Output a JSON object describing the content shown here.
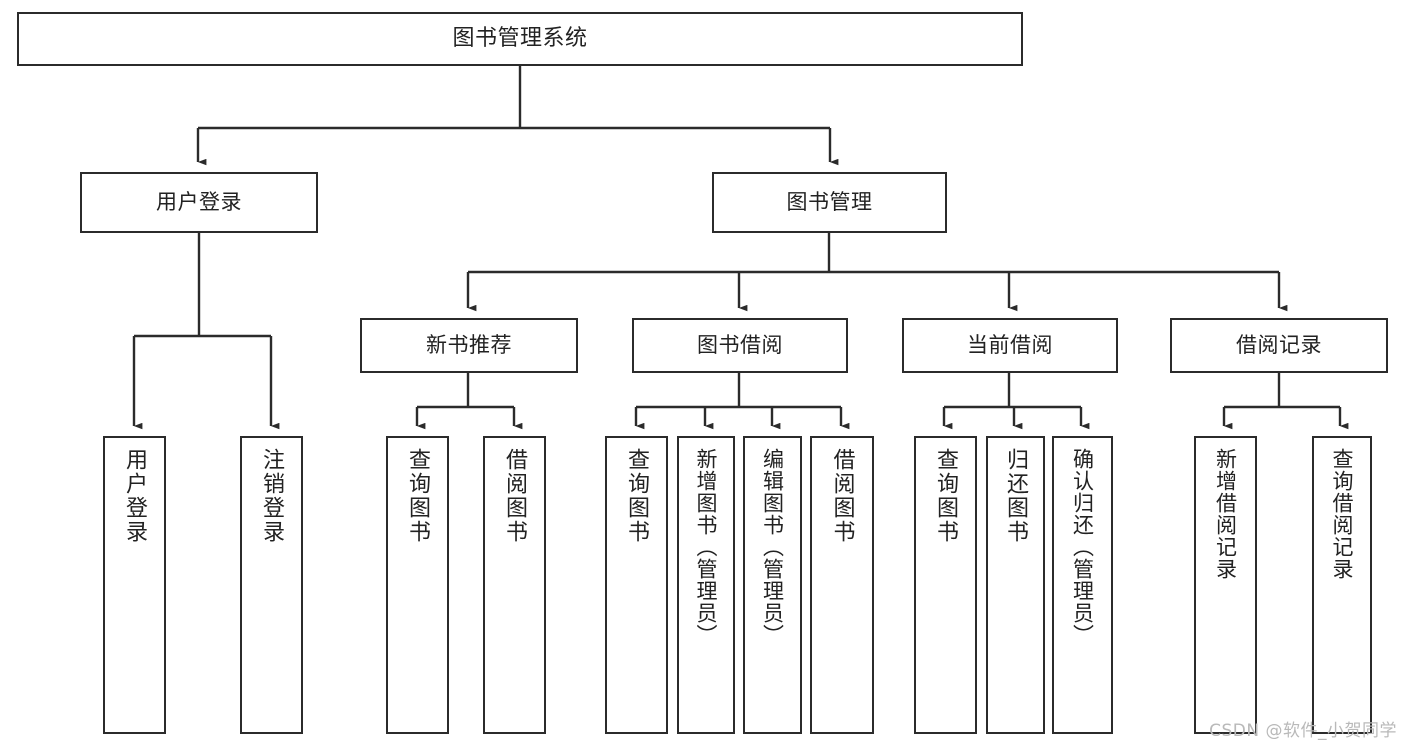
{
  "diagram": {
    "type": "tree",
    "title": "图书管理系统",
    "orientation": "top-down",
    "style": {
      "box_fill": "#ffffff",
      "box_border": "#2b2b2b",
      "connector": "#2b2b2b",
      "text": "#222222",
      "background": "#ffffff",
      "watermark_color": "#b9b9b9"
    },
    "root": {
      "label": "图书管理系统"
    },
    "level1": [
      {
        "label": "用户登录"
      },
      {
        "label": "图书管理"
      }
    ],
    "level2": [
      {
        "label": "新书推荐"
      },
      {
        "label": "图书借阅"
      },
      {
        "label": "当前借阅"
      },
      {
        "label": "借阅记录"
      }
    ],
    "leaves": {
      "user_login": [
        {
          "label": "用户登录"
        },
        {
          "label": "注销登录"
        }
      ],
      "new_book_recommend": [
        {
          "label": "查询图书"
        },
        {
          "label": "借阅图书"
        }
      ],
      "book_borrow": [
        {
          "label": "查询图书"
        },
        {
          "label": "新增图书（管理员）"
        },
        {
          "label": "编辑图书（管理员）"
        },
        {
          "label": "借阅图书"
        }
      ],
      "current_borrow": [
        {
          "label": "查询图书"
        },
        {
          "label": "归还图书"
        },
        {
          "label": "确认归还（管理员）"
        }
      ],
      "borrow_record": [
        {
          "label": "新增借阅记录"
        },
        {
          "label": "查询借阅记录"
        }
      ]
    }
  },
  "watermark": {
    "text": "CSDN @软件_小贺同学"
  }
}
